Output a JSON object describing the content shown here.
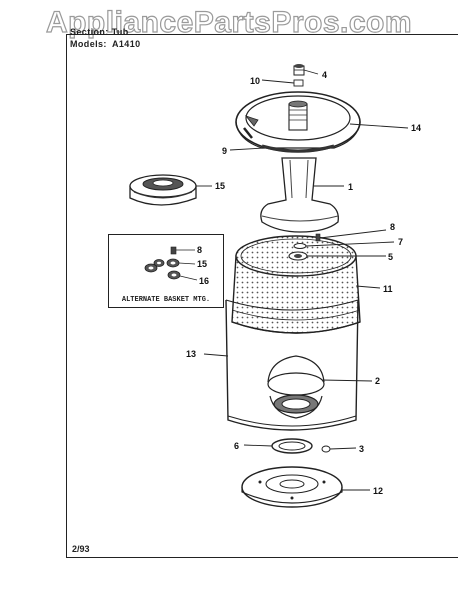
{
  "watermark": "AppliancePartsPros.com",
  "header": {
    "line1": "Section: Tub",
    "models_label": "Models:",
    "models_value": "A1410"
  },
  "footer_date": "2/93",
  "inset_caption": "ALTERNATE BASKET MTG.",
  "callouts": {
    "c1": "1",
    "c2": "2",
    "c3": "3",
    "c4": "4",
    "c5": "5",
    "c6": "6",
    "c7": "7",
    "c8": "8",
    "c9": "9",
    "c10": "10",
    "c11": "11",
    "c12": "12",
    "c13": "13",
    "c14": "14",
    "c15": "15",
    "inset8": "8",
    "inset15": "15",
    "inset16": "16"
  }
}
